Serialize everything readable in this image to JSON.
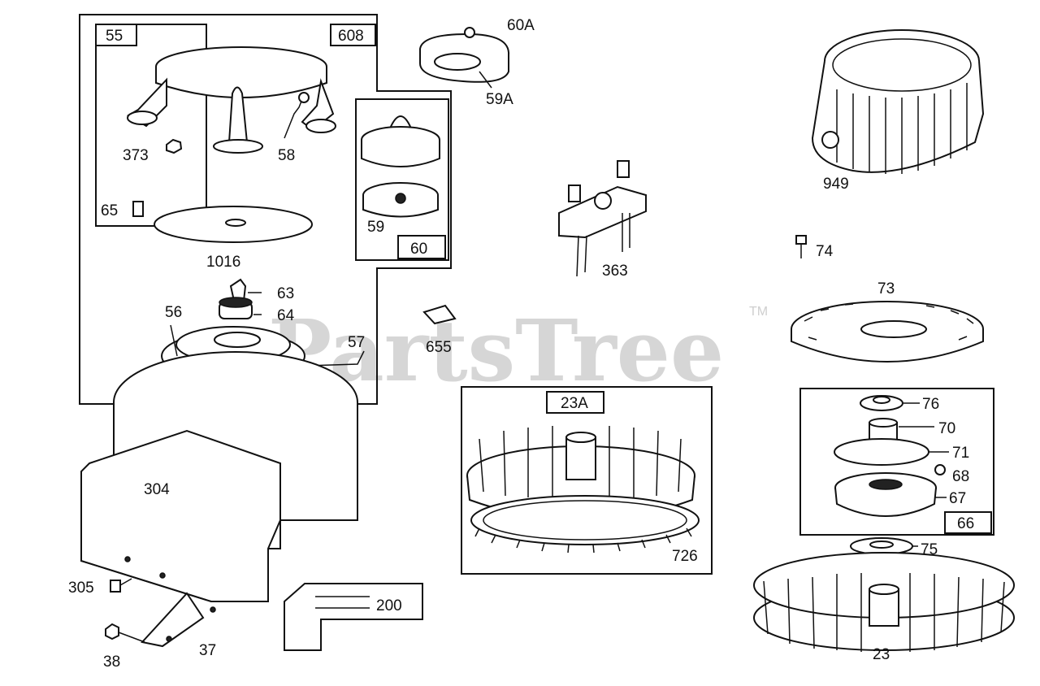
{
  "watermark": {
    "text": "PartsTree",
    "tm": "TM"
  },
  "labels": {
    "p55": "55",
    "p608": "608",
    "p373": "373",
    "p58": "58",
    "p65": "65",
    "p1016": "1016",
    "p59": "59",
    "p60": "60",
    "p60A": "60A",
    "p59A": "59A",
    "p63": "63",
    "p64": "64",
    "p56": "56",
    "p57": "57",
    "p304": "304",
    "p305": "305",
    "p38": "38",
    "p37": "37",
    "p200": "200",
    "p655": "655",
    "p363": "363",
    "p23A": "23A",
    "p726": "726",
    "p949": "949",
    "p74": "74",
    "p73": "73",
    "p76": "76",
    "p70": "70",
    "p71": "71",
    "p68": "68",
    "p67": "67",
    "p66": "66",
    "p75": "75",
    "p23": "23"
  }
}
